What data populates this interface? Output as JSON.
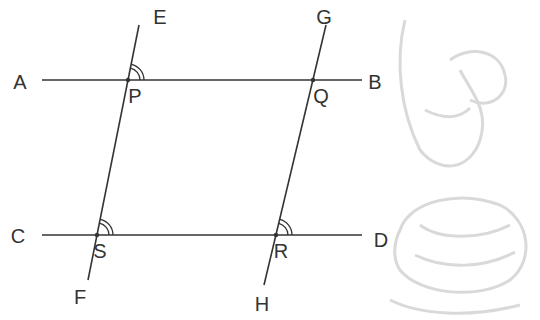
{
  "diagram": {
    "labels": [
      "E",
      "G",
      "A",
      "P",
      "Q",
      "B",
      "C",
      "S",
      "R",
      "D",
      "F",
      "H"
    ]
  }
}
